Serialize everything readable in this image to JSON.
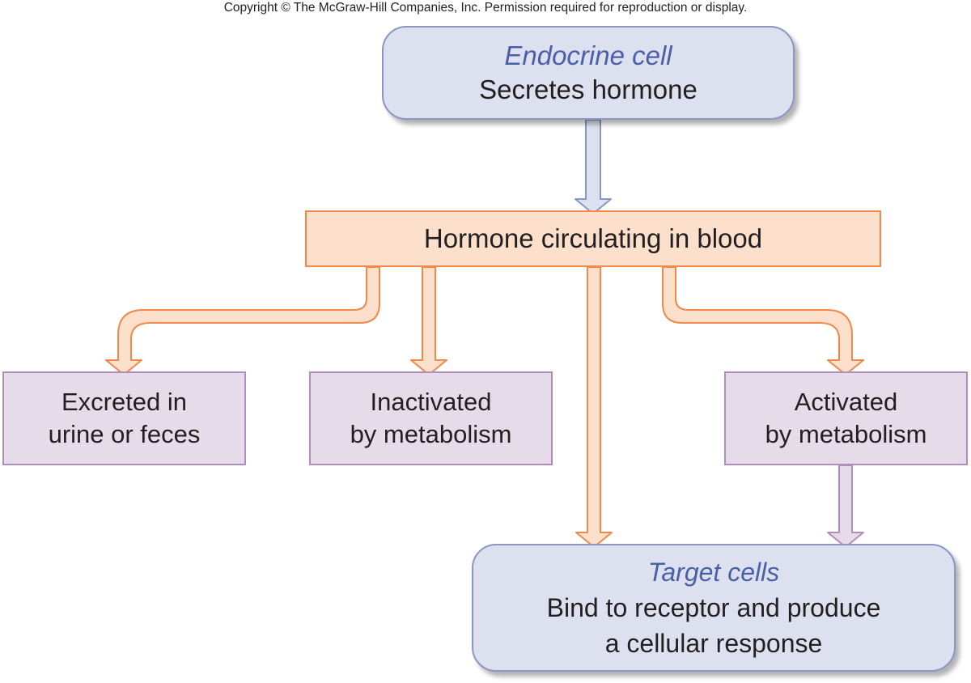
{
  "copyright": "Copyright © The McGraw-Hill Companies, Inc. Permission required for reproduction or display.",
  "endocrine": {
    "title": "Endocrine cell",
    "subtitle": "Secretes hormone"
  },
  "blood": {
    "label": "Hormone circulating in blood"
  },
  "excreted": {
    "line1": "Excreted in",
    "line2": "urine or feces"
  },
  "inactivated": {
    "line1": "Inactivated",
    "line2": "by metabolism"
  },
  "activated": {
    "line1": "Activated",
    "line2": "by metabolism"
  },
  "target": {
    "title": "Target cells",
    "line1": "Bind to receptor and produce",
    "line2": "a cellular response"
  },
  "colors": {
    "blue_fill": "#dde1ef",
    "blue_stroke": "#8c96c4",
    "orange_fill": "#fde0cc",
    "orange_stroke": "#f0894a",
    "purple_fill": "#e6dbe9",
    "purple_stroke": "#b18dbd"
  }
}
